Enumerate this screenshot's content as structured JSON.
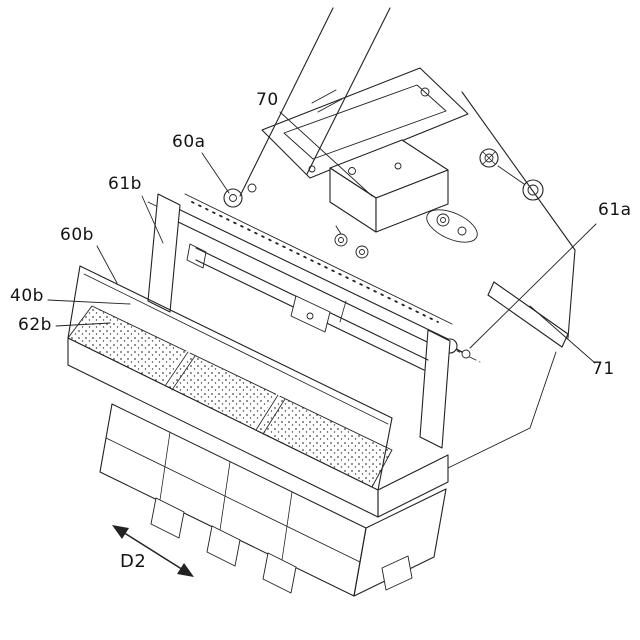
{
  "figure": {
    "background": "#ffffff",
    "ink": "#1f1f1f"
  },
  "labels": {
    "n70": "70",
    "n60a": "60a",
    "n61b": "61b",
    "n60b": "60b",
    "n40b": "40b",
    "n62b": "62b",
    "n61a": "61a",
    "n71": "71"
  },
  "direction": {
    "d2": "D2"
  }
}
